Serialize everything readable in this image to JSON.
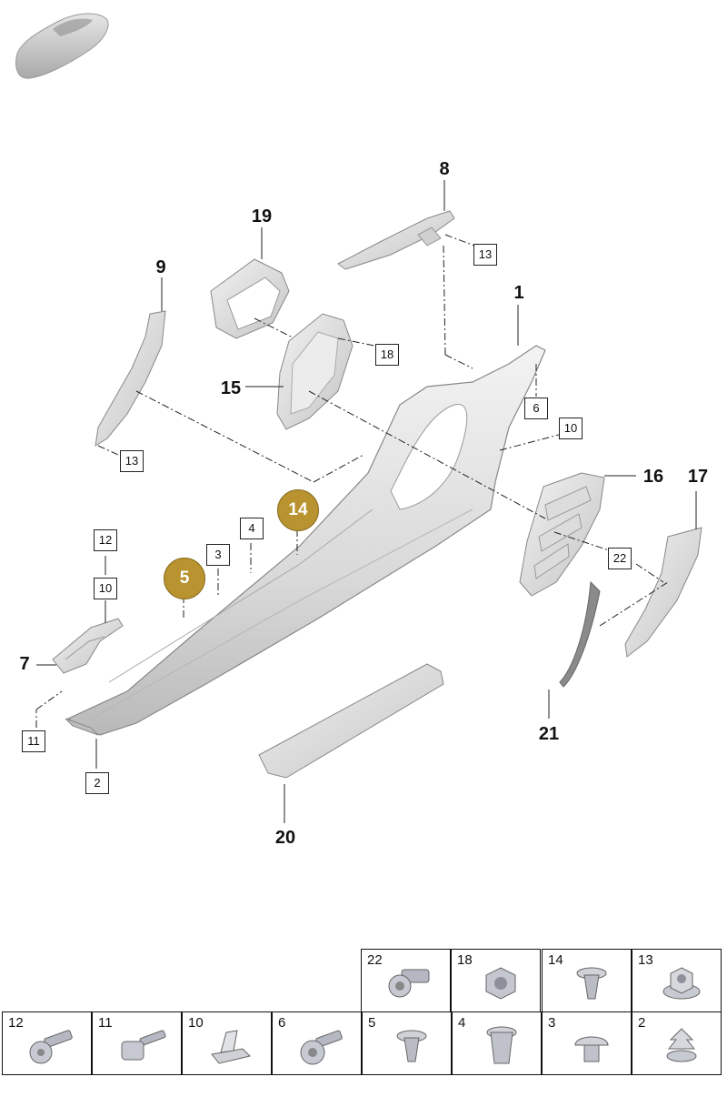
{
  "callouts": {
    "c1": "1",
    "c7": "7",
    "c8": "8",
    "c9": "9",
    "c15": "15",
    "c16": "16",
    "c17": "17",
    "c19": "19",
    "c20": "20",
    "c21": "21"
  },
  "boxed_labels": {
    "b2": "2",
    "b3": "3",
    "b4": "4",
    "b6": "6",
    "b10a": "10",
    "b10b": "10",
    "b11": "11",
    "b12": "12",
    "b13a": "13",
    "b13b": "13",
    "b18": "18",
    "b22": "22"
  },
  "highlighted_badges": {
    "h5": "5",
    "h14": "14"
  },
  "badge_color": "#b8932f",
  "fastener_table": {
    "top_row": [
      {
        "number": "22",
        "icon": "hex-bolt-icon"
      },
      {
        "number": "18",
        "icon": "hex-nut-icon"
      },
      {
        "number": "14",
        "icon": "push-clip-icon"
      },
      {
        "number": "13",
        "icon": "flange-nut-icon"
      }
    ],
    "bottom_row": [
      {
        "number": "12",
        "icon": "threaded-bolt-icon"
      },
      {
        "number": "11",
        "icon": "stud-bolt-icon"
      },
      {
        "number": "10",
        "icon": "spring-clip-icon"
      },
      {
        "number": "6",
        "icon": "flange-screw-icon"
      },
      {
        "number": "5",
        "icon": "push-clip-icon"
      },
      {
        "number": "4",
        "icon": "expanding-nut-icon"
      },
      {
        "number": "3",
        "icon": "plastic-rivet-icon"
      },
      {
        "number": "2",
        "icon": "fir-tree-clip-icon"
      }
    ]
  }
}
